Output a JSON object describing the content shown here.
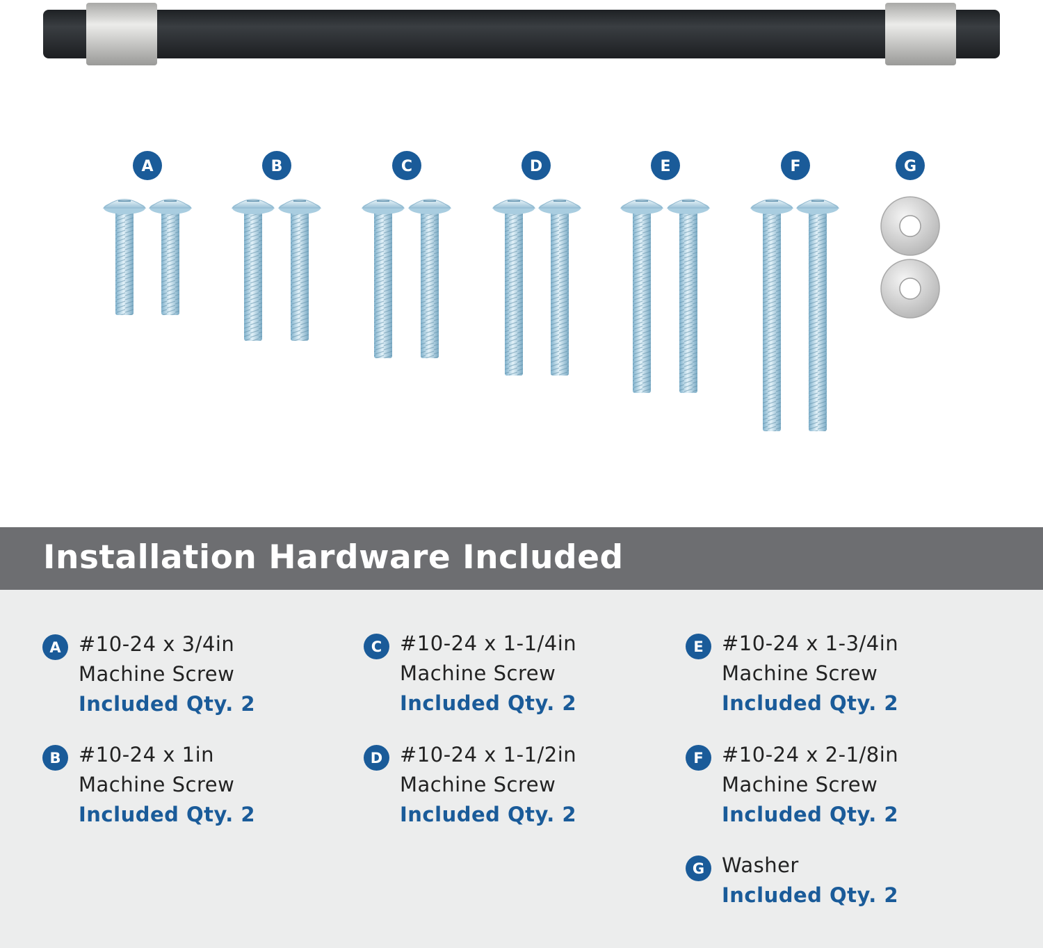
{
  "illustration": {
    "labels": [
      "A",
      "B",
      "C",
      "D",
      "E",
      "F",
      "G"
    ],
    "colors": {
      "badge": "#1a5b99",
      "bar": "#2d3033",
      "sleeve": "#c8c8c6",
      "screw": "#b4d6e8"
    }
  },
  "banner": {
    "title": "Installation Hardware Included"
  },
  "items": [
    {
      "letter": "A",
      "size": "#10-24 x 3/4in",
      "type": "Machine Screw",
      "qty": "Included Qty. 2"
    },
    {
      "letter": "B",
      "size": "#10-24 x 1in",
      "type": "Machine Screw",
      "qty": "Included Qty. 2"
    },
    {
      "letter": "C",
      "size": "#10-24 x 1-1/4in",
      "type": "Machine Screw",
      "qty": "Included Qty. 2"
    },
    {
      "letter": "D",
      "size": "#10-24 x 1-1/2in",
      "type": "Machine Screw",
      "qty": "Included Qty. 2"
    },
    {
      "letter": "E",
      "size": "#10-24 x 1-3/4in",
      "type": "Machine Screw",
      "qty": "Included Qty. 2"
    },
    {
      "letter": "F",
      "size": "#10-24 x 2-1/8in",
      "type": "Machine Screw",
      "qty": "Included Qty. 2"
    },
    {
      "letter": "G",
      "size": "Washer",
      "qty": "Included Qty. 2"
    }
  ]
}
